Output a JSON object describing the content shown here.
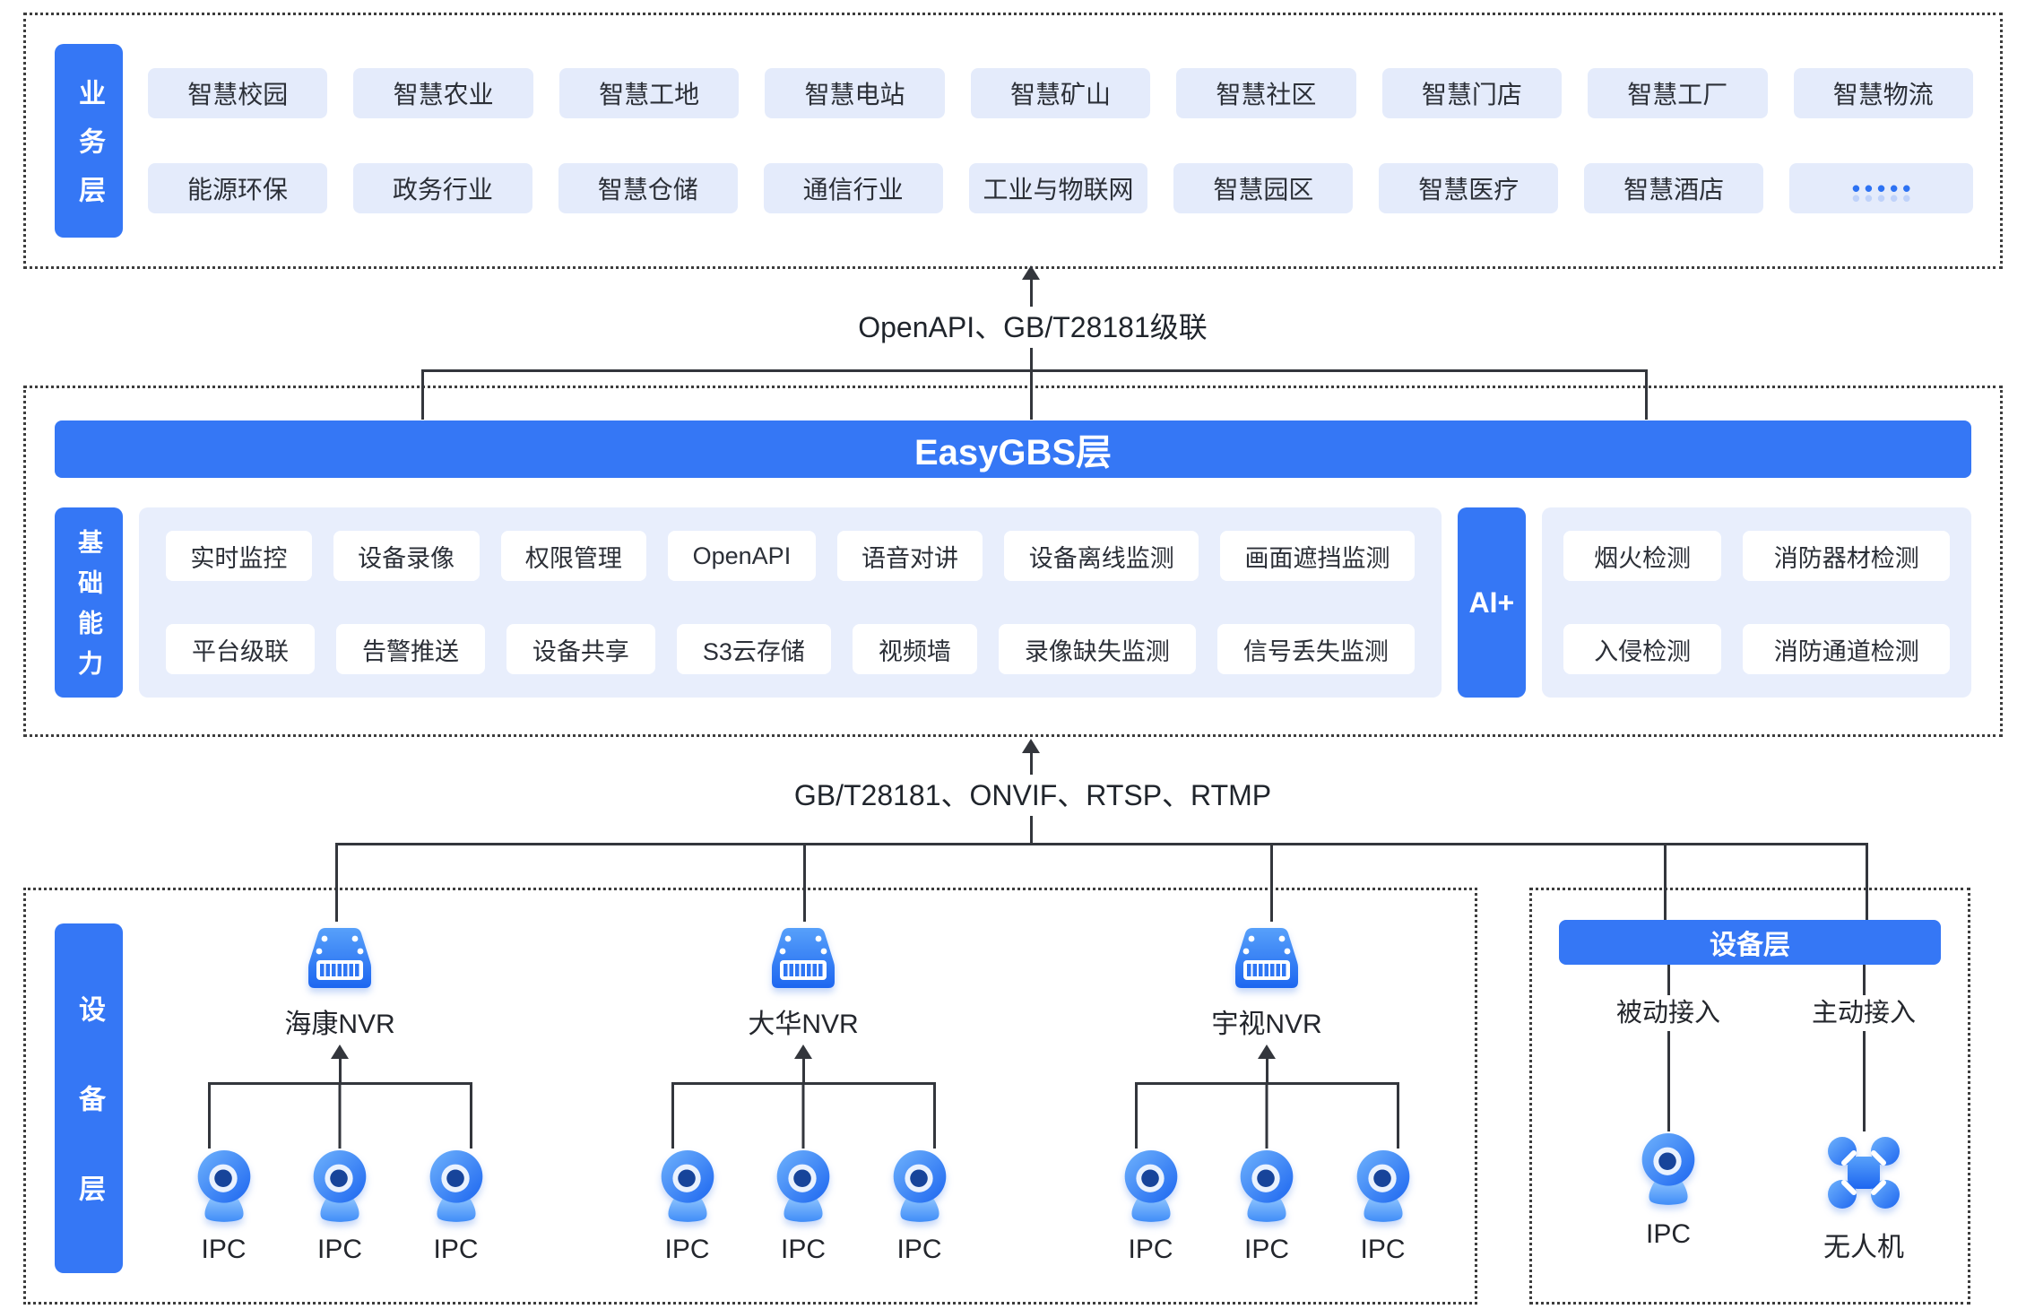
{
  "colors": {
    "primary": "#3577F5",
    "chip_bg": "#E4EBFB",
    "panel_bg": "#E8EEFC",
    "line": "#33363C",
    "text": "#2B2F37"
  },
  "business_layer": {
    "label": "业务层",
    "row1": [
      "智慧校园",
      "智慧农业",
      "智慧工地",
      "智慧电站",
      "智慧矿山",
      "智慧社区",
      "智慧门店",
      "智慧工厂",
      "智慧物流"
    ],
    "row2": [
      "能源环保",
      "政务行业",
      "智慧仓储",
      "通信行业",
      "工业与物联网",
      "智慧园区",
      "智慧医疗",
      "智慧酒店",
      "•••••"
    ]
  },
  "connectors": {
    "top_label": "OpenAPI、GB/T28181级联",
    "bottom_label": "GB/T28181、ONVIF、RTSP、RTMP"
  },
  "easygbs_layer": {
    "title": "EasyGBS层"
  },
  "capability_layer": {
    "label": "基础能力",
    "row1": [
      "实时监控",
      "设备录像",
      "权限管理",
      "OpenAPI",
      "语音对讲",
      "设备离线监测",
      "画面遮挡监测"
    ],
    "row2": [
      "平台级联",
      "告警推送",
      "设备共享",
      "S3云存储",
      "视频墙",
      "录像缺失监测",
      "信号丢失监测"
    ],
    "ai": {
      "label": "AI+",
      "row1": [
        "烟火检测",
        "消防器材检测"
      ],
      "row2": [
        "入侵检测",
        "消防通道检测"
      ]
    }
  },
  "device_layer": {
    "label": "设备层",
    "nvr_groups": [
      {
        "name": "海康NVR",
        "cameras": [
          "IPC",
          "IPC",
          "IPC"
        ]
      },
      {
        "name": "大华NVR",
        "cameras": [
          "IPC",
          "IPC",
          "IPC"
        ]
      },
      {
        "name": "宇视NVR",
        "cameras": [
          "IPC",
          "IPC",
          "IPC"
        ]
      }
    ],
    "right_panel": {
      "title": "设备层",
      "columns": [
        {
          "access": "被动接入",
          "device": "IPC",
          "icon": "ipc-camera-icon"
        },
        {
          "access": "主动接入",
          "device": "无人机",
          "icon": "drone-icon"
        }
      ]
    }
  }
}
